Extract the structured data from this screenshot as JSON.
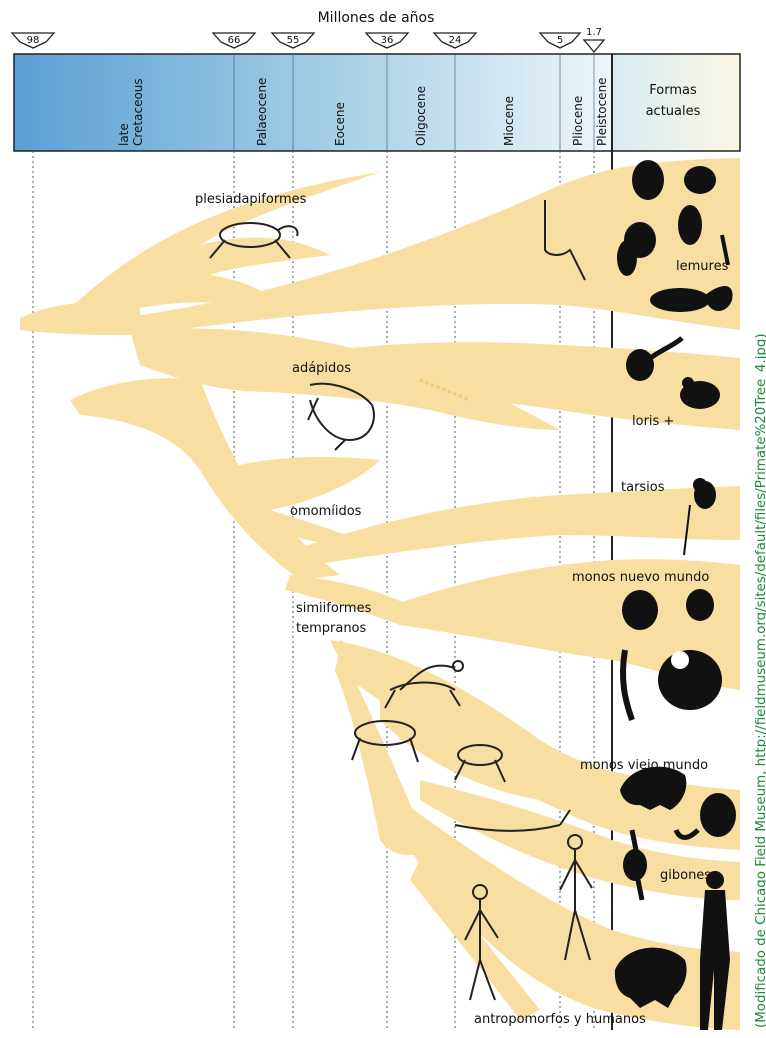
{
  "header": {
    "title": "Millones de años",
    "markers": [
      "98",
      "66",
      "55",
      "36",
      "24",
      "5",
      "1.7"
    ]
  },
  "periods": [
    {
      "line1": "late",
      "line2": "Cretaceous"
    },
    {
      "line1": "Palaeocene",
      "line2": ""
    },
    {
      "line1": "Eocene",
      "line2": ""
    },
    {
      "line1": "Oligocene",
      "line2": ""
    },
    {
      "line1": "Miocene",
      "line2": ""
    },
    {
      "line1": "Pliocene",
      "line2": ""
    },
    {
      "line1": "Pleistocene",
      "line2": ""
    }
  ],
  "current": {
    "line1": "Formas",
    "line2": "actuales"
  },
  "fossil_labels": {
    "plesiadapiformes": "plesiadapiformes",
    "adapidos": "adápidos",
    "omomiidos": "omomíidos",
    "simiiformes_1": "simiiformes",
    "simiiformes_2": "tempranos"
  },
  "living_labels": {
    "lemures": "lemures",
    "loris": "loris +",
    "tarsios": "tarsios",
    "monos_nuevo": "monos nuevo mundo",
    "monos_viejo": "monos viejo mundo",
    "gibones": "gibones",
    "antropomorfos": "antropomorfos y humanos"
  },
  "credit": "(Modificado de Chicago Field Museum, http://fieldmuseum.org/sites/default/files/Primate%20Tree_4.jpg)",
  "colors": {
    "branch": "#f8dea0",
    "band_dark": "#5a9fd4",
    "band_light": "#eef6f8",
    "credit_text": "#1e8a3a"
  }
}
